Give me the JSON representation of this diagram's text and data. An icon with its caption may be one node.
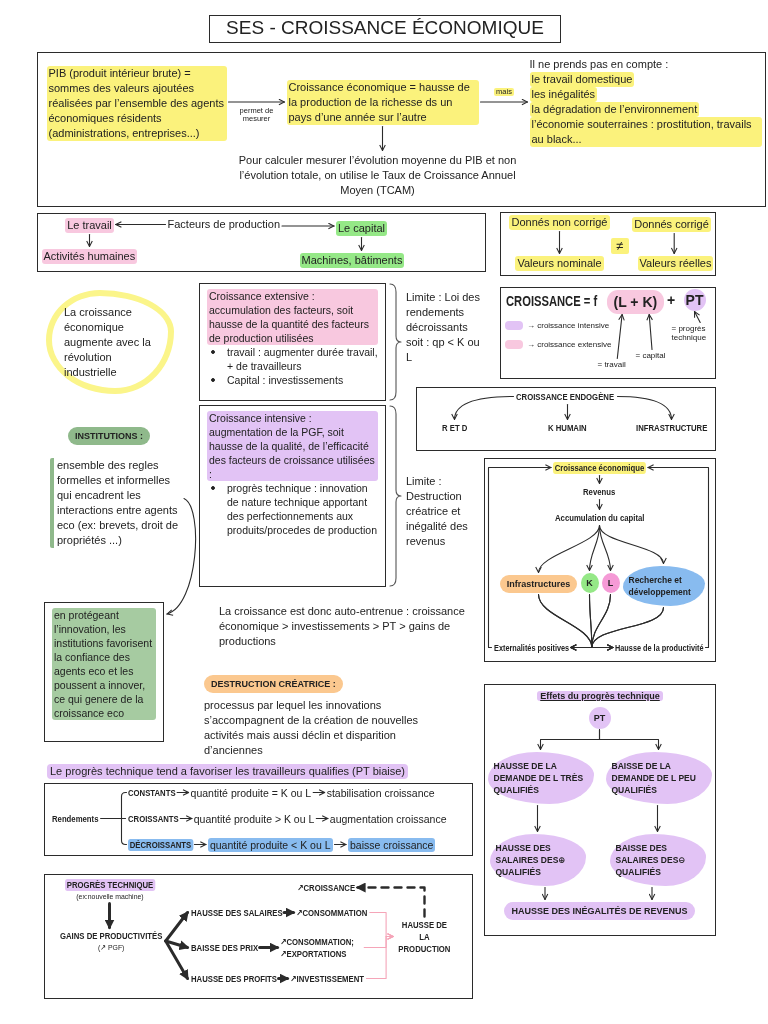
{
  "diagram": {
    "title": "SES - CROISSANCE ÉCONOMIQUE",
    "nodes": [
      {
        "text": [],
        "shape": "box"
      },
      {
        "text": [
          "PIB (produit intérieur brute) = sommes des valeurs ajoutées réalisées par l’ensemble des agents économiques résidents (administrations, entreprises...)"
        ],
        "in": 0
      },
      {
        "text": [
          "Croissance économique = hausse de la production de la richesse ds un pays d’une année sur l’autre"
        ],
        "in": 0
      },
      {
        "text": [
          "Il ne prends pas en compte :",
          "le travail domestique",
          "les inégalités",
          "la dégradation de l’environnement",
          "l’économie souterraines : prostitution, travails au black..."
        ],
        "in": 0
      },
      {
        "text": [
          "Pour calculer mesurer l’évolution moyenne du PIB et non l’évolution totale, on utilise le Taux de Croissance Annuel Moyen (TCAM)"
        ],
        "in": 0
      },
      {
        "text": [],
        "shape": "box"
      },
      {
        "text": [
          "Le travail"
        ],
        "in": 5
      },
      {
        "text": [
          "Facteurs de production"
        ],
        "in": 5
      },
      {
        "text": [
          "Le capital"
        ],
        "in": 5
      },
      {
        "text": [
          "Activités humaines"
        ],
        "in": 5
      },
      {
        "text": [
          "Machines, bâtiments"
        ],
        "in": 5
      },
      {
        "text": [],
        "shape": "box"
      },
      {
        "text": [
          "Donnés non corrigé"
        ],
        "in": 11
      },
      {
        "text": [
          "Donnés corrigé"
        ],
        "in": 11
      },
      {
        "text": [
          "≠"
        ],
        "in": 11
      },
      {
        "text": [
          "Valeurs nominale"
        ],
        "in": 11
      },
      {
        "text": [
          "Valeurs réelles"
        ],
        "in": 11
      },
      {
        "text": [
          "La croissance économique augmente avec la révolution industrielle"
        ]
      },
      {
        "text": [
          "Croissance extensive : accumulation des facteurs, soit hausse de la quantité des facteurs de production utilisées",
          "travail : augmenter durée travail, + de travailleurs",
          "Capital : investissements"
        ],
        "beside": [
          "Limite : Loi des rendements décroissants soit : qp < K ou L"
        ]
      },
      {
        "text": [],
        "shape": "box"
      },
      {
        "text": [
          "(L + K)"
        ],
        "in": 19
      },
      {
        "text": [
          "PT"
        ],
        "in": 19
      },
      {
        "text": [
          "= travail"
        ],
        "in": 19
      },
      {
        "text": [
          "= capital"
        ],
        "in": 19
      },
      {
        "text": [
          "= progrès technique"
        ],
        "in": 19
      },
      {
        "text": [],
        "shape": "box"
      },
      {
        "text": [
          "CROISSANCE ENDOGÈNE"
        ],
        "in": 25
      },
      {
        "text": [
          "R ET D"
        ],
        "in": 25
      },
      {
        "text": [
          "K HUMAIN"
        ],
        "in": 25
      },
      {
        "text": [
          "INFRASTRUCTURE"
        ],
        "in": 25
      },
      {
        "text": [
          "Croissance intensive : augmentation de la PGF, soit hausse de la qualité, de l’efficacité des facteurs de croissance utilisées :",
          "progrès technique : innovation de nature technique apportant des perfectionnements aux produits/procedes de production"
        ],
        "beside": [
          "Limite : Destruction créatrice et inégalité des revenus"
        ]
      },
      {
        "text": [
          "INSTITUTIONS :"
        ]
      },
      {
        "text": [
          "ensemble des regles formelles et informelles qui encadrent les interactions entre agents eco (ex: brevets, droit de propriétés ...)"
        ]
      },
      {
        "text": [],
        "shape": "box"
      },
      {
        "text": [
          "Croissance économique"
        ],
        "in": 33
      },
      {
        "text": [
          "Revenus"
        ],
        "in": 33
      },
      {
        "text": [
          "Accumulation du capital"
        ],
        "in": 33
      },
      {
        "text": [
          "Infrastructures"
        ],
        "in": 33
      },
      {
        "text": [
          "K"
        ],
        "in": 33
      },
      {
        "text": [
          "L"
        ],
        "in": 33
      },
      {
        "text": [
          "Recherche et développement"
        ],
        "in": 33
      },
      {
        "text": [
          "Externalités positives"
        ],
        "in": 33
      },
      {
        "text": [
          "Hausse de la productivité"
        ],
        "in": 33
      },
      {
        "text": [
          "en protégeant l’innovation, les institutions favorisent la confiance des agents eco et les poussent a innover, ce qui genere de la croissance eco"
        ]
      },
      {
        "text": [
          "DESTRUCTION CRÉATRICE :"
        ],
        "beside": [
          "processus par lequel les innovations s’accompagnent de la création de nouvelles activités mais aussi déclin et disparition d’anciennes"
        ]
      },
      {
        "text": [
          "Effets du progrès technique"
        ]
      },
      {
        "text": [
          "PT"
        ],
        "in": 45
      },
      {
        "text": [
          "HAUSSE DE LA DEMANDE DE L TRÈS QUALIFIÉS"
        ],
        "in": 45
      },
      {
        "text": [
          "BAISSE DE LA DEMANDE DE L PEU QUALIFIÉS"
        ],
        "in": 45
      },
      {
        "text": [
          "HAUSSE DES SALAIRES DES⊕ QUALIFIÉS"
        ],
        "in": 45
      },
      {
        "text": [
          "BAISSE DES SALAIRES DES⊖ QUALIFIÉS"
        ],
        "in": 45
      },
      {
        "text": [
          "HAUSSE DES INÉGALITÉS DE REVENUS"
        ],
        "in": 45
      },
      {
        "text": [],
        "shape": "box"
      },
      {
        "text": [
          "Rendements"
        ],
        "in": 52
      },
      {
        "text": [
          "CONSTANTS"
        ],
        "in": 52
      },
      {
        "text": [
          "quantité produite = K ou L"
        ],
        "in": 52
      },
      {
        "text": [
          "stabilisation croissance"
        ],
        "in": 52
      },
      {
        "text": [
          "CROISSANTS"
        ],
        "in": 52
      },
      {
        "text": [
          "quantité produite > K ou L"
        ],
        "in": 52
      },
      {
        "text": [
          "augmentation croissance"
        ],
        "in": 52
      },
      {
        "text": [
          "DÉCROISSANTS"
        ],
        "in": 52
      },
      {
        "text": [
          "quantité produite < K ou L"
        ],
        "in": 52
      },
      {
        "text": [
          "baisse croissance"
        ],
        "in": 52
      },
      {
        "text": [],
        "shape": "box"
      },
      {
        "text": [
          "PROGRÈS TECHNIQUE",
          "(ex:nouvelle machine)"
        ],
        "in": 63
      },
      {
        "text": [
          "GAINS DE PRODUCTIVITÉS",
          "(↗ PGF)"
        ],
        "in": 63
      },
      {
        "text": [
          "HAUSSE DES SALAIRES"
        ],
        "in": 63
      },
      {
        "text": [
          "BAISSE DES PRIX"
        ],
        "in": 63
      },
      {
        "text": [
          "HAUSSE DES PROFITS"
        ],
        "in": 63
      },
      {
        "text": [
          "↗CROISSANCE"
        ],
        "in": 63
      },
      {
        "text": [
          "↗CONSOMMATION"
        ],
        "in": 63
      },
      {
        "text": [
          "↗CONSOMMATION; ↗EXPORTATIONS"
        ],
        "in": 63
      },
      {
        "text": [
          "↗INVESTISSEMENT"
        ],
        "in": 63
      },
      {
        "text": [
          "HAUSSE DE LA PRODUCTION"
        ],
        "in": 63
      }
    ],
    "edges": [
      {
        "from": 1,
        "to": 2,
        "arrow": "to",
        "label": "permet de mesurer"
      },
      {
        "from": 2,
        "to": 3,
        "arrow": "to",
        "label": "mais"
      },
      {
        "from": 2,
        "to": 4,
        "arrow": "to"
      },
      {
        "from": 7,
        "to": 6,
        "arrow": "to"
      },
      {
        "from": 7,
        "to": 8,
        "arrow": "to"
      },
      {
        "from": 6,
        "to": 9,
        "arrow": "to"
      },
      {
        "from": 8,
        "to": 10,
        "arrow": "to"
      },
      {
        "from": 12,
        "to": 15,
        "arrow": "to"
      },
      {
        "from": 13,
        "to": 16,
        "arrow": "to"
      },
      {
        "from": 22,
        "to": 20,
        "arrow": "to"
      },
      {
        "from": 23,
        "to": 20,
        "arrow": "to"
      },
      {
        "from": 24,
        "to": 21,
        "arrow": "to"
      },
      {
        "from": 26,
        "to": 27,
        "arrow": "to"
      },
      {
        "from": 26,
        "to": 28,
        "arrow": "to"
      },
      {
        "from": 26,
        "to": 29,
        "arrow": "to"
      },
      {
        "from": 32,
        "to": 43,
        "arrow": "to"
      },
      {
        "from": 34,
        "to": 35,
        "arrow": "to"
      },
      {
        "from": 35,
        "to": 36,
        "arrow": "to"
      },
      {
        "from": 36,
        "to": 37,
        "arrow": "to"
      },
      {
        "from": 36,
        "to": 38,
        "arrow": "to"
      },
      {
        "from": 36,
        "to": 39,
        "arrow": "to"
      },
      {
        "from": 36,
        "to": 40,
        "arrow": "to"
      },
      {
        "from": 37,
        "to": 41,
        "arrow": "to"
      },
      {
        "from": 37,
        "to": 42,
        "arrow": "to"
      },
      {
        "from": 38,
        "to": 41,
        "arrow": "to"
      },
      {
        "from": 38,
        "to": 42,
        "arrow": "to"
      },
      {
        "from": 39,
        "to": 41,
        "arrow": "to"
      },
      {
        "from": 39,
        "to": 42,
        "arrow": "to"
      },
      {
        "from": 40,
        "to": 41,
        "arrow": "to"
      },
      {
        "from": 40,
        "to": 42,
        "arrow": "to"
      },
      {
        "from": 41,
        "to": 34,
        "arrow": "to"
      },
      {
        "from": 42,
        "to": 34,
        "arrow": "to"
      },
      {
        "from": 46,
        "to": 47,
        "arrow": "to"
      },
      {
        "from": 46,
        "to": 48,
        "arrow": "to"
      },
      {
        "from": 47,
        "to": 49,
        "arrow": "to"
      },
      {
        "from": 48,
        "to": 50,
        "arrow": "to"
      },
      {
        "from": 49,
        "to": 51,
        "arrow": "to"
      },
      {
        "from": 50,
        "to": 51,
        "arrow": "to"
      },
      {
        "from": 53,
        "to": 54,
        "arrow": "none"
      },
      {
        "from": 53,
        "to": 57,
        "arrow": "none"
      },
      {
        "from": 53,
        "to": 60,
        "arrow": "none"
      },
      {
        "from": 54,
        "to": 55,
        "arrow": "to"
      },
      {
        "from": 55,
        "to": 56,
        "arrow": "to"
      },
      {
        "from": 57,
        "to": 58,
        "arrow": "to"
      },
      {
        "from": 58,
        "to": 59,
        "arrow": "to"
      },
      {
        "from": 60,
        "to": 61,
        "arrow": "to"
      },
      {
        "from": 61,
        "to": 62,
        "arrow": "to"
      },
      {
        "from": 64,
        "to": 65,
        "arrow": "to",
        "style": "thick"
      },
      {
        "from": 65,
        "to": 66,
        "arrow": "to",
        "style": "thick"
      },
      {
        "from": 65,
        "to": 67,
        "arrow": "to",
        "style": "thick"
      },
      {
        "from": 65,
        "to": 68,
        "arrow": "to",
        "style": "thick"
      },
      {
        "from": 66,
        "to": 70,
        "arrow": "to",
        "style": "thick"
      },
      {
        "from": 67,
        "to": 71,
        "arrow": "to",
        "style": "thick"
      },
      {
        "from": 68,
        "to": 72,
        "arrow": "to",
        "style": "thick"
      },
      {
        "from": 70,
        "to": 73,
        "arrow": "to",
        "color": "#f5a5b8"
      },
      {
        "from": 71,
        "to": 73,
        "arrow": "to",
        "color": "#f5a5b8"
      },
      {
        "from": 72,
        "to": 73,
        "arrow": "to",
        "color": "#f5a5b8"
      },
      {
        "from": 73,
        "to": 69,
        "arrow": "to",
        "style": "dashed"
      }
    ],
    "labels": [
      "CROISSANCE = f",
      "+",
      "La croissance est donc auto-entrenue : croissance économique > investissements > PT > gains de productions",
      "Le progrès technique tend a favoriser les travailleurs qualifies (PT biaise)"
    ],
    "legend": [
      {
        "text": "→ croissance intensive",
        "color": "#e2c3f5"
      },
      {
        "text": "→ croissance extensive",
        "color": "#f8c8df"
      }
    ]
  }
}
